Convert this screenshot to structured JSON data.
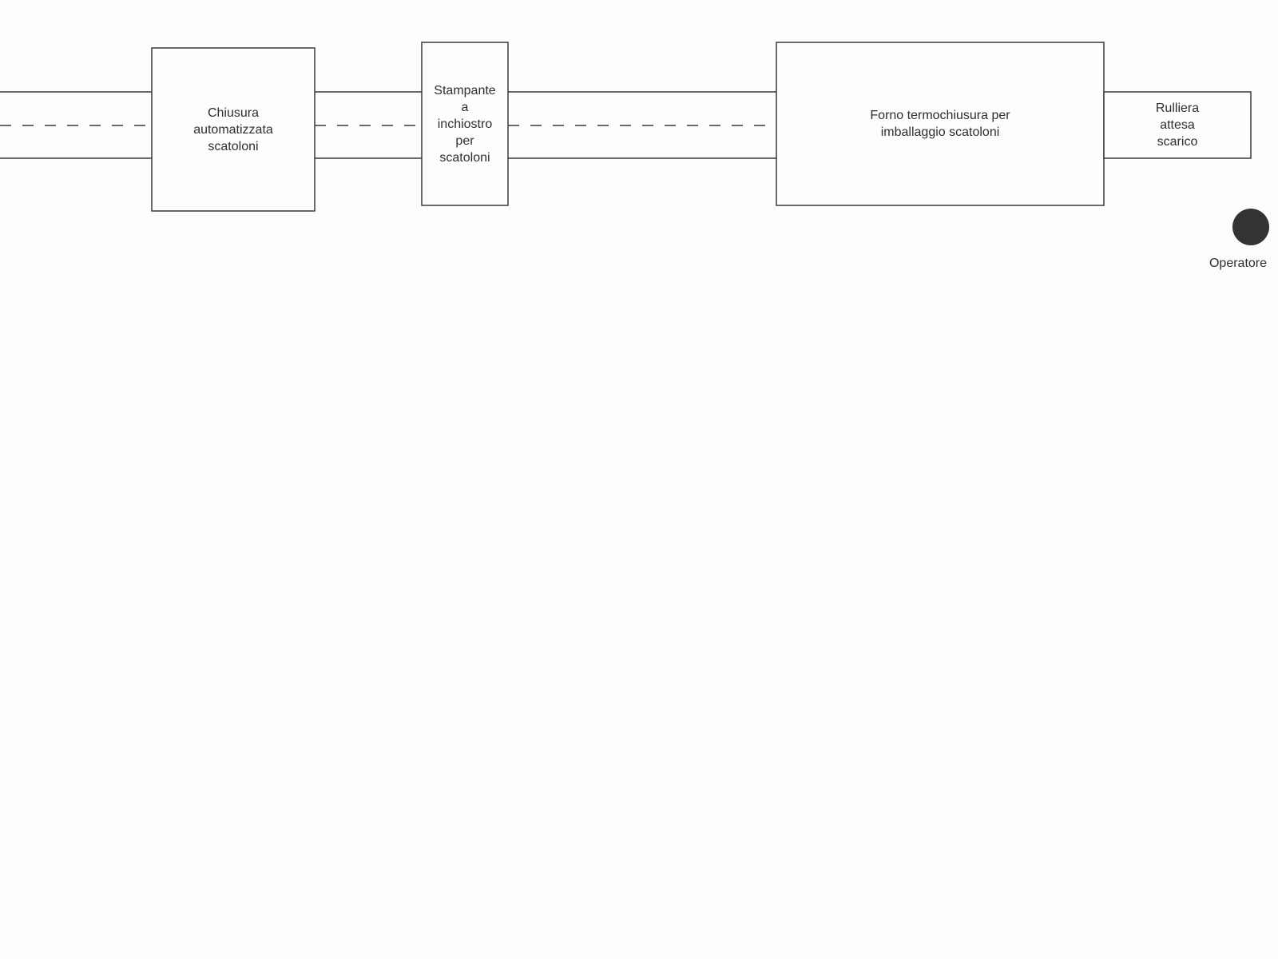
{
  "diagram": {
    "stations": [
      {
        "id": "chiusura",
        "label": "Chiusura\nautomatizzata\nscatoloni"
      },
      {
        "id": "stampante",
        "label": "Stampante\na\ninchiostro\nper\nscatoloni"
      },
      {
        "id": "forno",
        "label": "Forno termochiusura per\nimballaggio scatoloni"
      },
      {
        "id": "rulliera",
        "label": "Rulliera\nattesa\nscarico"
      }
    ],
    "operator": {
      "label": "Operatore",
      "icon": "operator-dot-icon"
    },
    "colors": {
      "background": "#fcfdfe",
      "stroke": "#3a3a3a",
      "text": "#2e2e2e",
      "operator_fill": "#333333"
    }
  }
}
